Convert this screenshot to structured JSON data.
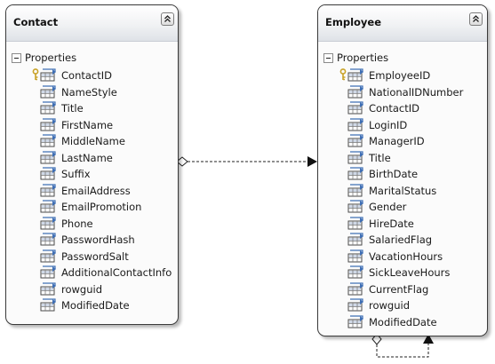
{
  "contact": {
    "title": "Contact",
    "section_label": "Properties",
    "properties": [
      {
        "name": "ContactID",
        "key": true
      },
      {
        "name": "NameStyle",
        "key": false
      },
      {
        "name": "Title",
        "key": false
      },
      {
        "name": "FirstName",
        "key": false
      },
      {
        "name": "MiddleName",
        "key": false
      },
      {
        "name": "LastName",
        "key": false
      },
      {
        "name": "Suffix",
        "key": false
      },
      {
        "name": "EmailAddress",
        "key": false
      },
      {
        "name": "EmailPromotion",
        "key": false
      },
      {
        "name": "Phone",
        "key": false
      },
      {
        "name": "PasswordHash",
        "key": false
      },
      {
        "name": "PasswordSalt",
        "key": false
      },
      {
        "name": "AdditionalContactInfo",
        "key": false
      },
      {
        "name": "rowguid",
        "key": false
      },
      {
        "name": "ModifiedDate",
        "key": false
      }
    ]
  },
  "employee": {
    "title": "Employee",
    "section_label": "Properties",
    "properties": [
      {
        "name": "EmployeeID",
        "key": true
      },
      {
        "name": "NationalIDNumber",
        "key": false
      },
      {
        "name": "ContactID",
        "key": false
      },
      {
        "name": "LoginID",
        "key": false
      },
      {
        "name": "ManagerID",
        "key": false
      },
      {
        "name": "Title",
        "key": false
      },
      {
        "name": "BirthDate",
        "key": false
      },
      {
        "name": "MaritalStatus",
        "key": false
      },
      {
        "name": "Gender",
        "key": false
      },
      {
        "name": "HireDate",
        "key": false
      },
      {
        "name": "SalariedFlag",
        "key": false
      },
      {
        "name": "VacationHours",
        "key": false
      },
      {
        "name": "SickLeaveHours",
        "key": false
      },
      {
        "name": "CurrentFlag",
        "key": false
      },
      {
        "name": "rowguid",
        "key": false
      },
      {
        "name": "ModifiedDate",
        "key": false
      }
    ]
  },
  "icons": {
    "collapse": "chevron-up-double-icon",
    "section_toggle": "minus-box-icon",
    "property": "property-icon",
    "primary_key": "key-icon"
  },
  "colors": {
    "header_gradient_bottom": "#dfe2e7",
    "border": "#3a3a3a",
    "property_icon_blue": "#3f6fb5",
    "key_gold": "#c9a227"
  }
}
